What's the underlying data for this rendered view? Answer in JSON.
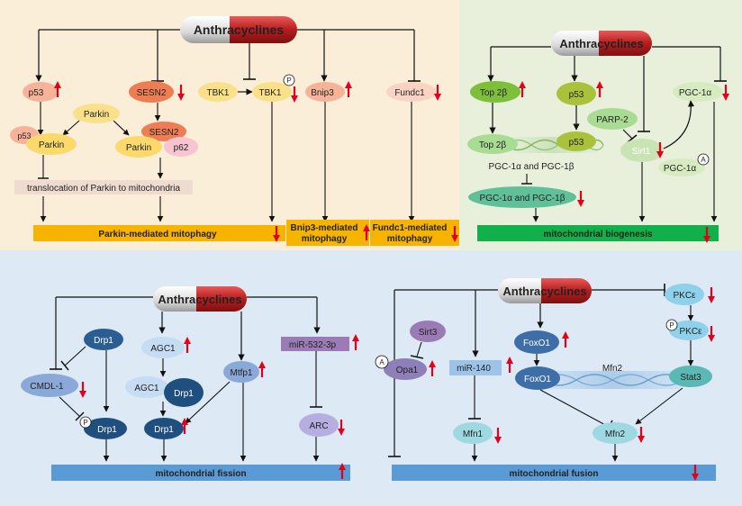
{
  "mitophagy": {
    "drug": "Anthracyclines",
    "p53": "p53",
    "sesn2": "SESN2",
    "tbk1": "TBK1",
    "tbk1p": "TBK1",
    "bnip3": "Bnip3",
    "fundc1": "Fundc1",
    "parkin_top": "Parkin",
    "p53_small": "p53",
    "parkin_left": "Parkin",
    "sesn2_complex": "SESN2",
    "parkin_right": "Parkin",
    "p62": "p62",
    "translocation": "translocation of Parkin to mitochondria",
    "parkin_bar": "Parkin-mediated mitophagy",
    "bnip3_bar_1": "Bnip3-mediated",
    "bnip3_bar_2": "mitophagy",
    "fundc1_bar_1": "Fundc1-mediated",
    "fundc1_bar_2": "mitophagy",
    "phospho": "P"
  },
  "biogenesis": {
    "drug": "Anthracyclines",
    "top2b": "Top 2β",
    "p53": "p53",
    "pgc1a_top": "PGC-1α",
    "parp2": "PARP-2",
    "top2b_dna": "Top 2β",
    "p53_dna": "p53",
    "sirt1": "Sirt1",
    "pgc1a_acetyl": "PGC-1α",
    "acetyl": "A",
    "dna_label": "PGC-1α and PGC-1β",
    "pgc_box": "PGC-1α and PGC-1β",
    "bar": "mitochondrial biogenesis"
  },
  "fission": {
    "drug": "Anthracyclines",
    "drp1_top": "Drp1",
    "cmdl1": "CMDL-1",
    "drp1_p": "Drp1",
    "phospho": "P",
    "agc1_top": "AGC1",
    "agc1_mid": "AGC1",
    "drp1_complex": "Drp1",
    "drp1_bottom": "Drp1",
    "mtfp1": "Mtfp1",
    "mir532": "miR-532-3p",
    "arc": "ARC",
    "bar": "mitochondrial fission"
  },
  "fusion": {
    "drug": "Anthracyclines",
    "sirt3": "Sirt3",
    "opa1": "Opa1",
    "acetyl": "A",
    "mir140": "miR-140",
    "mfn1": "Mfn1",
    "foxo1_top": "FoxO1",
    "foxo1_dna": "FoxO1",
    "mfn2_dna": "Mfn2",
    "mfn2": "Mfn2",
    "pkce_top": "PKCε",
    "pkce_p": "PKCε",
    "phospho": "P",
    "stat3": "Stat3",
    "bar": "mitochondrial fusion"
  }
}
